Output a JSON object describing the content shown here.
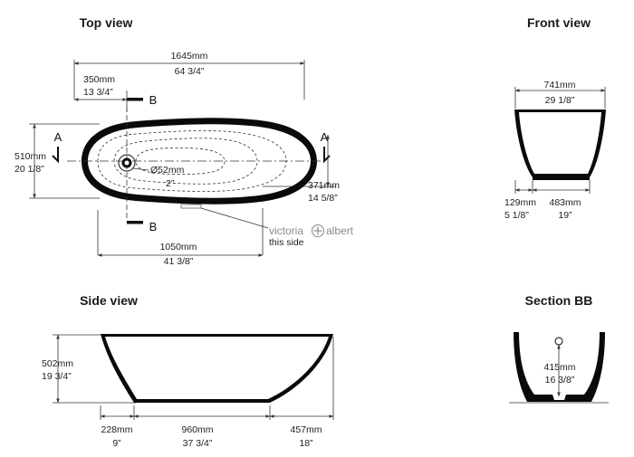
{
  "views": {
    "top": "Top view",
    "front": "Front view",
    "side": "Side view",
    "section": "Section BB"
  },
  "top_view": {
    "overall_length_mm": "1645mm",
    "overall_length_in": "64 3/4”",
    "offset_mm": "350mm",
    "offset_in": "13 3/4”",
    "width_mm": "510mm",
    "width_in": "20 1/8”",
    "drain_mm": "Ø52mm",
    "drain_in": "2”",
    "inner_mm": "371mm",
    "inner_in": "14 5/8”",
    "drain_pos_mm": "1050mm",
    "drain_pos_in": "41 3/8”",
    "section_a": "A",
    "section_b": "B",
    "brand_left": "victoria",
    "brand_right": "albert",
    "brand_note": "this side"
  },
  "front_view": {
    "top_width_mm": "741mm",
    "top_width_in": "29 1/8”",
    "base_offset_mm": "129mm",
    "base_offset_in": "5 1/8”",
    "base_width_mm": "483mm",
    "base_width_in": "19”"
  },
  "side_view": {
    "height_mm": "502mm",
    "height_in": "19 3/4”",
    "left_mm": "228mm",
    "left_in": "9”",
    "base_mm": "960mm",
    "base_in": "37 3/4”",
    "right_mm": "457mm",
    "right_in": "18”"
  },
  "section_bb": {
    "depth_mm": "415mm",
    "depth_in": "16 3/8”"
  },
  "colors": {
    "body": "#0a0a0a",
    "line": "#333333",
    "brand": "#8a8a8a"
  }
}
